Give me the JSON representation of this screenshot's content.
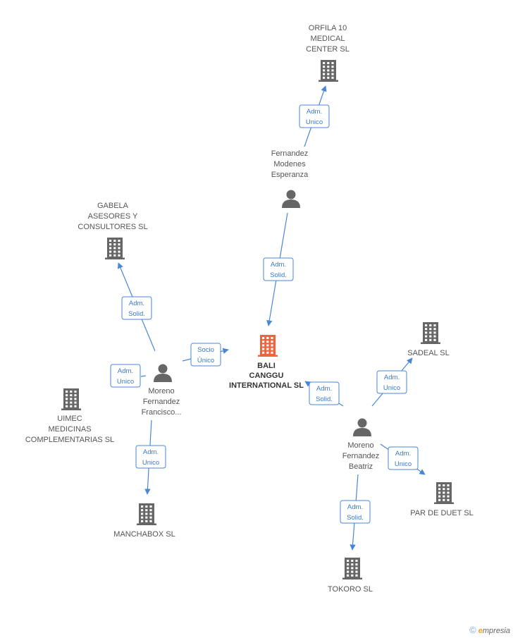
{
  "colors": {
    "main_company": "#f0643c",
    "company": "#666666",
    "person": "#666666",
    "edge": "#4a86d8"
  },
  "nodes": [
    {
      "id": "bali",
      "type": "company",
      "main": true,
      "lines": [
        "BALI",
        "CANGGU",
        "INTERNATIONAL SL"
      ]
    },
    {
      "id": "orfila",
      "type": "company",
      "lines": [
        "ORFILA 10",
        "MEDICAL",
        "CENTER  SL"
      ]
    },
    {
      "id": "fme",
      "type": "person",
      "lines": [
        "Fernandez",
        "Modenes",
        "Esperanza"
      ]
    },
    {
      "id": "gabela",
      "type": "company",
      "lines": [
        "GABELA",
        "ASESORES Y",
        "CONSULTORES SL"
      ]
    },
    {
      "id": "mff",
      "type": "person",
      "lines": [
        "Moreno",
        "Fernandez",
        "Francisco..."
      ]
    },
    {
      "id": "uimec",
      "type": "company",
      "lines": [
        "UIMEC",
        "MEDICINAS",
        "COMPLEMENTARIAS SL"
      ]
    },
    {
      "id": "manchabox",
      "type": "company",
      "lines": [
        "MANCHABOX SL"
      ]
    },
    {
      "id": "sadeal",
      "type": "company",
      "lines": [
        "SADEAL SL"
      ]
    },
    {
      "id": "mfb",
      "type": "person",
      "lines": [
        "Moreno",
        "Fernandez",
        "Beatriz"
      ]
    },
    {
      "id": "pardeduet",
      "type": "company",
      "lines": [
        "PAR DE DUET SL"
      ]
    },
    {
      "id": "tokoro",
      "type": "company",
      "lines": [
        "TOKORO SL"
      ]
    }
  ],
  "edges": [
    {
      "from": "fme",
      "to": "orfila",
      "lines": [
        "Adm.",
        "Unico"
      ]
    },
    {
      "from": "fme",
      "to": "bali",
      "lines": [
        "Adm.",
        "Solid."
      ]
    },
    {
      "from": "mff",
      "to": "gabela",
      "lines": [
        "Adm.",
        "Solid."
      ]
    },
    {
      "from": "mff",
      "to": "bali",
      "lines": [
        "Socio",
        "Único"
      ]
    },
    {
      "from": "mff",
      "to": "uimec",
      "lines": [
        "Adm.",
        "Unico"
      ]
    },
    {
      "from": "mff",
      "to": "manchabox",
      "lines": [
        "Adm.",
        "Unico"
      ]
    },
    {
      "from": "mfb",
      "to": "bali",
      "lines": [
        "Adm.",
        "Solid."
      ]
    },
    {
      "from": "mfb",
      "to": "sadeal",
      "lines": [
        "Adm.",
        "Unico"
      ]
    },
    {
      "from": "mfb",
      "to": "pardeduet",
      "lines": [
        "Adm.",
        "Unico"
      ]
    },
    {
      "from": "mfb",
      "to": "tokoro",
      "lines": [
        "Adm.",
        "Solid."
      ]
    }
  ],
  "watermark": {
    "symbol": "©",
    "brand_initial": "e",
    "brand_rest": "mpresia"
  }
}
